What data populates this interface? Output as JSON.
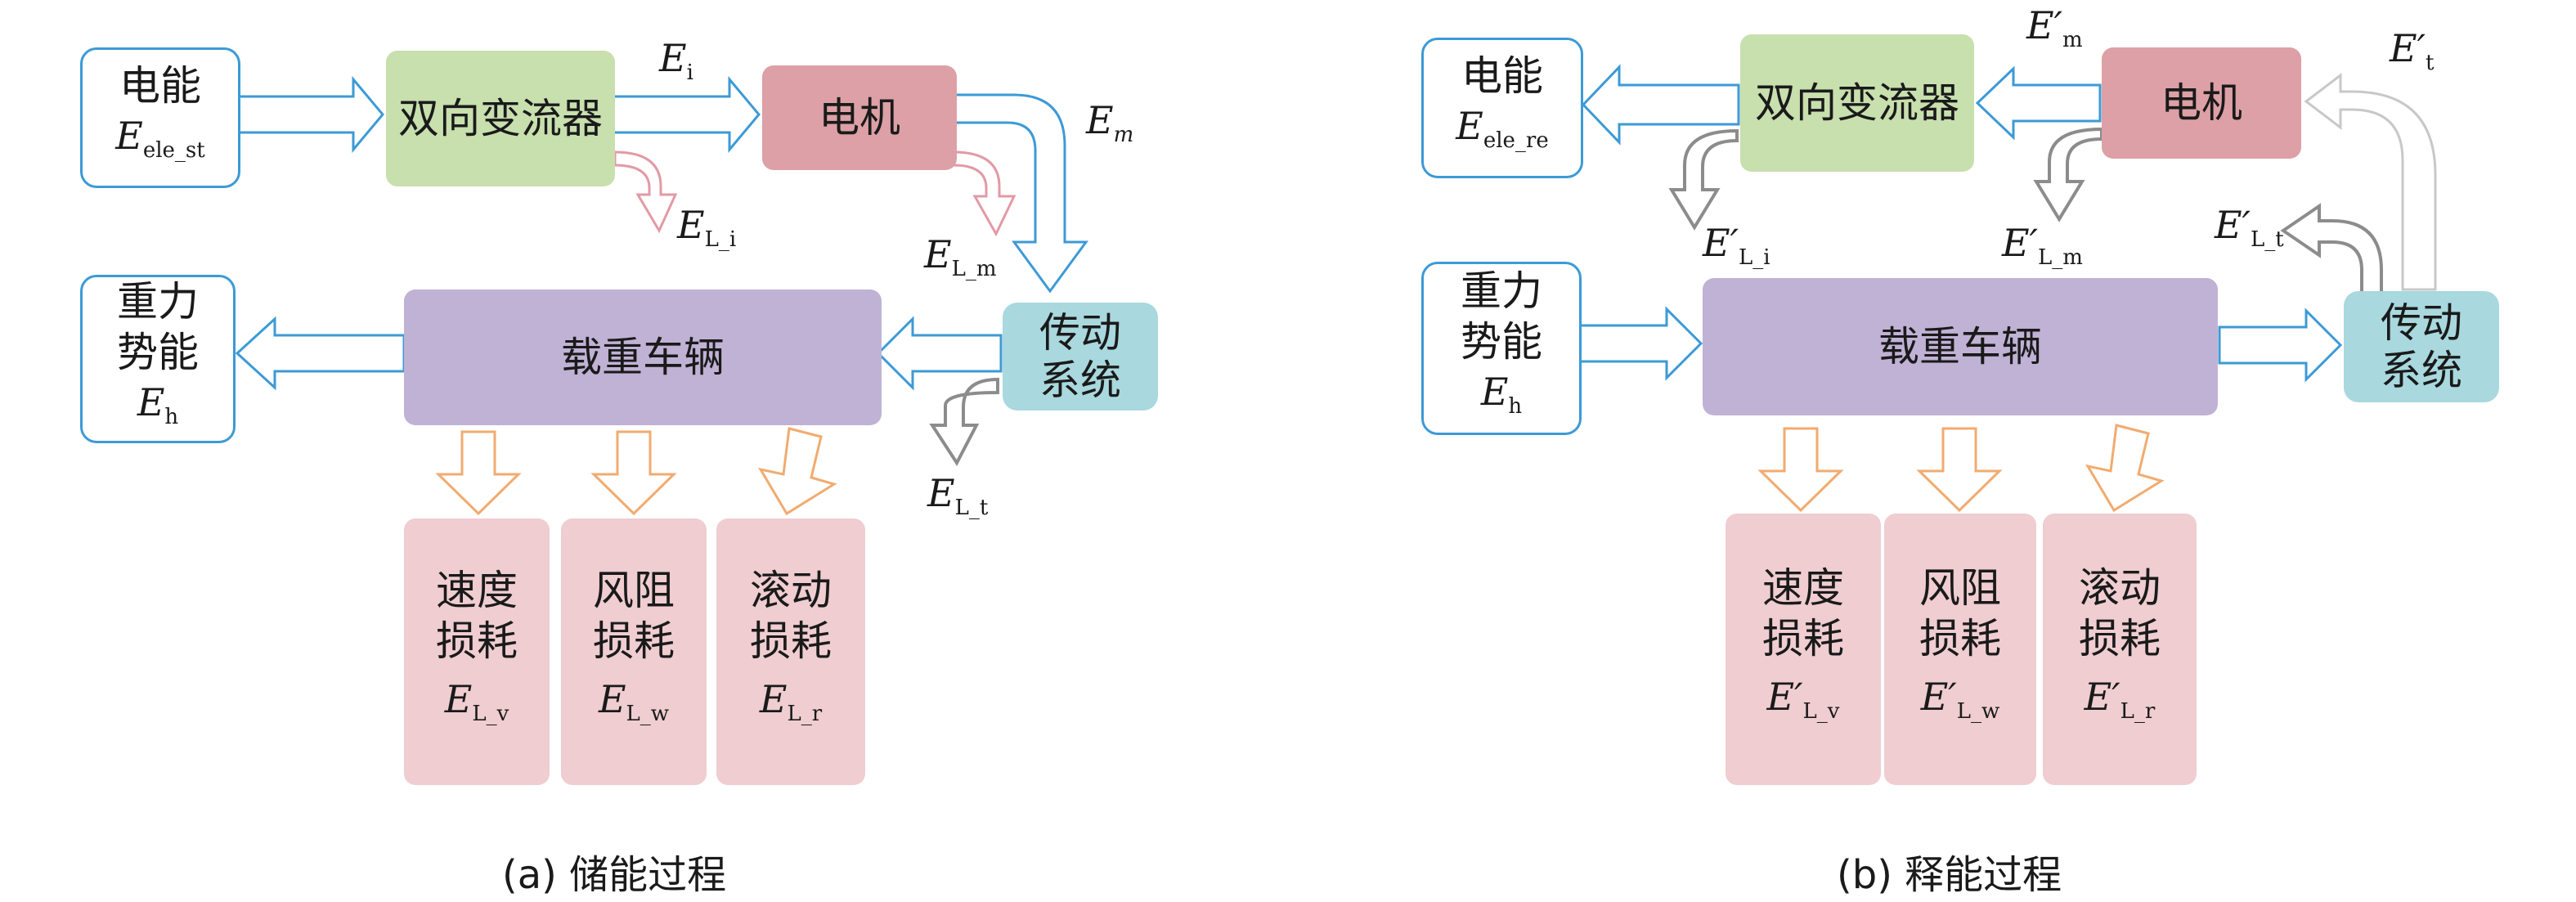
{
  "panel_a": {
    "elec": {
      "label": "电能",
      "sym": "E",
      "sub": "ele_st"
    },
    "conv": "双向变流器",
    "motor": "电机",
    "vehicle": "载重车辆",
    "trans": [
      "传动",
      "系统"
    ],
    "grav": {
      "label": [
        "重力",
        "势能"
      ],
      "sym": "E",
      "sub": "h"
    },
    "losses": [
      {
        "label": [
          "速度",
          "损耗"
        ],
        "sym": "E",
        "sub": "L_v"
      },
      {
        "label": [
          "风阻",
          "损耗"
        ],
        "sym": "E",
        "sub": "L_w"
      },
      {
        "label": [
          "滚动",
          "损耗"
        ],
        "sym": "E",
        "sub": "L_r"
      }
    ],
    "flow_labels": {
      "ei": {
        "sym": "E",
        "sub": "i"
      },
      "em": {
        "sym": "E",
        "sub": "m"
      },
      "eli": {
        "sym": "E",
        "sub": "L_i"
      },
      "elm": {
        "sym": "E",
        "sub": "L_m"
      },
      "elt": {
        "sym": "E",
        "sub": "L_t"
      }
    },
    "caption": "(a) 储能过程"
  },
  "panel_b": {
    "elec": {
      "label": "电能",
      "sym": "E",
      "sub": "ele_re"
    },
    "conv": "双向变流器",
    "motor": "电机",
    "vehicle": "载重车辆",
    "trans": [
      "传动",
      "系统"
    ],
    "grav": {
      "label": [
        "重力",
        "势能"
      ],
      "sym": "E",
      "sub": "h"
    },
    "losses": [
      {
        "label": [
          "速度",
          "损耗"
        ],
        "sym": "E′",
        "sub": "L_v"
      },
      {
        "label": [
          "风阻",
          "损耗"
        ],
        "sym": "E′",
        "sub": "L_w"
      },
      {
        "label": [
          "滚动",
          "损耗"
        ],
        "sym": "E′",
        "sub": "L_r"
      }
    ],
    "flow_labels": {
      "em": {
        "sym": "E′",
        "sub": "m"
      },
      "et": {
        "sym": "E′",
        "sub": "t"
      },
      "eli": {
        "sym": "E′",
        "sub": "L_i"
      },
      "elm": {
        "sym": "E′",
        "sub": "L_m"
      },
      "elt": {
        "sym": "E′",
        "sub": "L_t"
      }
    },
    "caption": "(b) 释能过程"
  },
  "colors": {
    "blue_flow": "#3c9ad6",
    "pink_loss": "#e29aa5",
    "gray_loss": "#8c8c8c",
    "orange_loss": "#f1ab70",
    "light_gray": "#c8c8c8"
  }
}
